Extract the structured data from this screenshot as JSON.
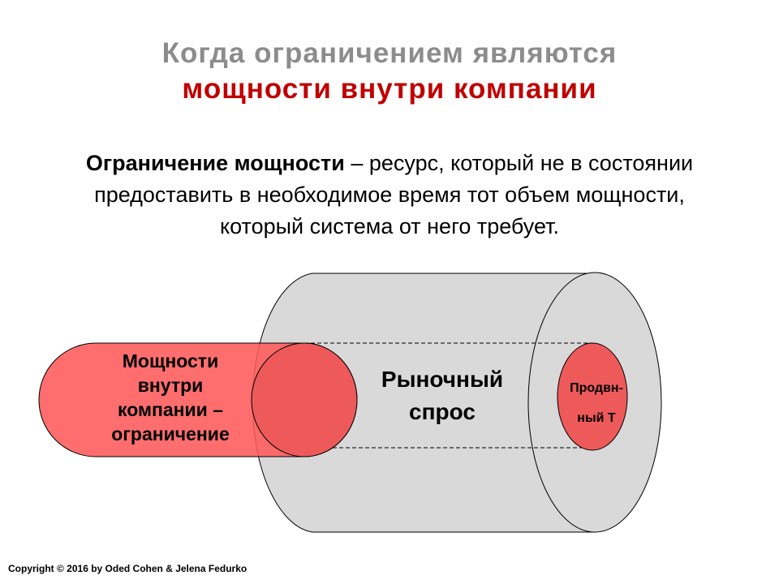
{
  "title": {
    "line1": "Когда ограничением являются",
    "line2": "мощности внутри компании"
  },
  "definition": {
    "term": "Ограничение мощности",
    "text1": " – ресурс, который не в состоянии предоставить в необходимое время тот объем мощности,",
    "text2": "который система от него требует."
  },
  "diagram": {
    "inner_label": [
      "Мощности",
      "внутри",
      "компании –",
      "ограничение"
    ],
    "outer_label": [
      "Рыночный",
      "спрос"
    ],
    "product_label": [
      "Продвн-",
      "ный Т"
    ],
    "colors": {
      "red": "#ff6b6b",
      "gray": "#d9d9d9",
      "overlap": "#ee5a5a"
    }
  },
  "footer": {
    "copyright": "Copyright © 2016 by Oded Cohen & Jelena Fedurko"
  }
}
